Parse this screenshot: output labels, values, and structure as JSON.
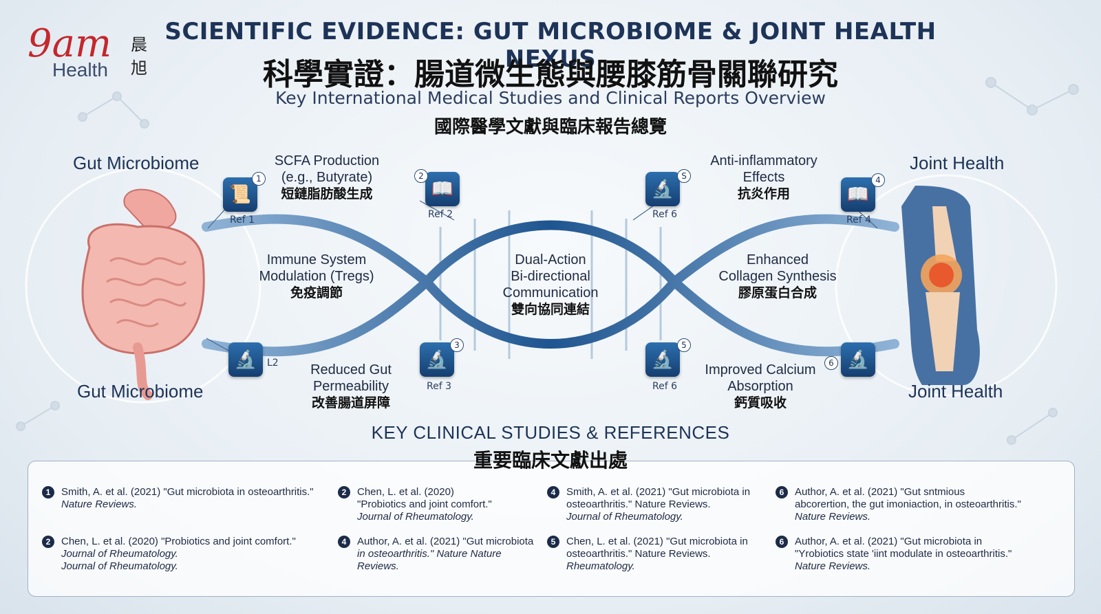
{
  "logo": {
    "brand_num": "9am",
    "brand_word": "Health",
    "brand_zh_1": "晨",
    "brand_zh_2": "旭"
  },
  "header": {
    "title_en": "SCIENTIFIC EVIDENCE: GUT MICROBIOME & JOINT HEALTH NEXUS",
    "title_zh": "科學實證：腸道微生態與腰膝筋骨關聯研究",
    "subtitle_en": "Key International Medical Studies and Clinical Reports Overview",
    "subtitle_zh": "國際醫學文獻與臨床報告總覽"
  },
  "sides": {
    "left_top": "Gut Microbiome",
    "left_bottom": "Gut Microbiome",
    "right_top": "Joint Health",
    "right_bottom": "Joint Health"
  },
  "nodes": {
    "scfa": {
      "en1": "SCFA Production",
      "en2": "(e.g., Butyrate)",
      "zh": "短鏈脂肪酸生成"
    },
    "antiinf": {
      "en1": "Anti-inflammatory",
      "en2": "Effects",
      "zh": "抗炎作用"
    },
    "immune": {
      "en1": "Immune System",
      "en2": "Modulation (Tregs)",
      "zh": "免疫調節"
    },
    "dual": {
      "en1": "Dual-Action",
      "en2": "Bi-directional",
      "en3": "Communication",
      "zh": "雙向協同連結"
    },
    "collagen": {
      "en1": "Enhanced",
      "en2": "Collagen Synthesis",
      "zh": "膠原蛋白合成"
    },
    "gut_perm": {
      "en1": "Reduced Gut",
      "en2": "Permeability",
      "zh": "改善腸道屏障"
    },
    "calcium": {
      "en1": "Improved Calcium",
      "en2": "Absorption",
      "zh": "鈣質吸收"
    }
  },
  "refs": {
    "r1": {
      "badge": "1",
      "label": "Ref 1"
    },
    "r2": {
      "badge": "2",
      "label": "Ref 2"
    },
    "r6a": {
      "badge": "S",
      "label": "Ref 6"
    },
    "r4": {
      "badge": "4",
      "label": "Ref 4"
    },
    "l2": {
      "label": "L2"
    },
    "r3": {
      "badge": "3",
      "label": "Ref 3"
    },
    "r5": {
      "badge": "5",
      "label": "Ref 6"
    },
    "r6b": {
      "badge": "6"
    }
  },
  "references_section": {
    "title_en": "KEY CLINICAL STUDIES & REFERENCES",
    "title_zh": "重要臨床文獻出處",
    "citations": [
      {
        "num": "1",
        "text": "Smith, A. et al. (2021) \"Gut microbiota in osteoarthritis.\"",
        "journal": "Nature Reviews."
      },
      {
        "num": "2",
        "text": "Chen, L. et al. (2020) \"Probiotics and joint comfort.\"",
        "journal": "Journal of Rheumatology.",
        "journal2": "Journal of Rheumatology."
      },
      {
        "num": "2",
        "text": "Chen, L. et al. (2020)",
        "text2": "\"Probiotics and joint comfort.\"",
        "journal": "Journal of Rheumatology."
      },
      {
        "num": "4",
        "text": "Author, A. et al. (2021) \"Gut microbiota",
        "text2": "in osteoarthritis.\" Nature Nature",
        "journal": "Reviews."
      },
      {
        "num": "4",
        "text": "Smith, A. et al. (2021) \"Gut microbiota in",
        "text2": "osteoarthritis.\" Nature Reviews.",
        "journal": "Journal of Rheumatology."
      },
      {
        "num": "5",
        "text": "Chen, L. et al. (2021) \"Gut microbiota in",
        "text2": "osteoarthritis.\" Nature Reviews.",
        "journal": "Rheumatology."
      },
      {
        "num": "6",
        "text": "Author, A. et al. (2021) \"Gut sntmious",
        "text2": "abcorertion, the gut imoniaction, in osteoarthritis.\"",
        "journal": "Nature Reviews."
      },
      {
        "num": "6",
        "text": "Author, A. et al. (2021) \"Gut microbiota in",
        "text2": "\"Yrobiotics state 'iint modulate in osteoarthritis.\"",
        "journal": "Nature Reviews."
      }
    ]
  },
  "colors": {
    "brand_red": "#c4272c",
    "navy": "#1d3357",
    "icon_blue": "#1f5590"
  },
  "icons": [
    "scroll-icon",
    "book-icon",
    "microscope-icon"
  ]
}
